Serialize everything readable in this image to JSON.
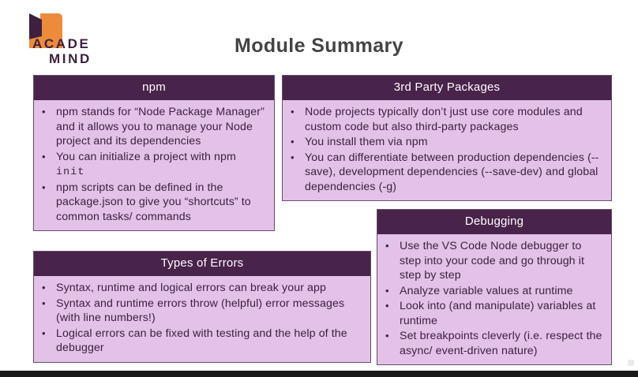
{
  "brand": {
    "name_line1": "ACADE",
    "name_line2": "MIND",
    "ribbon_color": "#ED8B3C",
    "text_color": "#3E1F3E"
  },
  "slide": {
    "title": "Module Summary",
    "title_color": "#444444",
    "header_bg": "#48234A",
    "body_bg": "#E2C2E6",
    "border_color": "#6A4B6E",
    "body_text_color": "#3B2340"
  },
  "cards": [
    {
      "id": "npm",
      "title": "npm",
      "bullets": [
        {
          "parts": [
            {
              "text": "npm stands for “Node Package Manager” and it allows you to manage your Node project and its dependencies",
              "mono": false
            }
          ]
        },
        {
          "parts": [
            {
              "text": "You can initialize a project with npm ",
              "mono": false
            },
            {
              "text": "init",
              "mono": true
            }
          ]
        },
        {
          "parts": [
            {
              "text": "npm scripts can be defined in the package.json to give you “shortcuts” to common tasks/ commands",
              "mono": false
            }
          ]
        }
      ]
    },
    {
      "id": "third-party-packages",
      "title": "3rd Party Packages",
      "bullets": [
        {
          "parts": [
            {
              "text": "Node projects typically don’t just use core modules and custom code but also third-party packages",
              "mono": false
            }
          ]
        },
        {
          "parts": [
            {
              "text": "You install them via npm",
              "mono": false
            }
          ]
        },
        {
          "parts": [
            {
              "text": "You can differentiate between production dependencies (--save), development dependencies (--save-dev) and global dependencies (-g)",
              "mono": false
            }
          ]
        }
      ]
    },
    {
      "id": "debugging",
      "title": "Debugging",
      "bullets": [
        {
          "parts": [
            {
              "text": "Use the VS Code Node debugger to step into your code and go through it step by step",
              "mono": false
            }
          ]
        },
        {
          "parts": [
            {
              "text": "Analyze variable values at runtime",
              "mono": false
            }
          ]
        },
        {
          "parts": [
            {
              "text": "Look into (and manipulate) variables at runtime",
              "mono": false
            }
          ]
        },
        {
          "parts": [
            {
              "text": "Set breakpoints cleverly (i.e. respect the async/ event-driven nature)",
              "mono": false
            }
          ]
        }
      ]
    },
    {
      "id": "types-of-errors",
      "title": "Types of Errors",
      "bullets": [
        {
          "parts": [
            {
              "text": "Syntax, runtime and logical errors can break your app",
              "mono": false
            }
          ]
        },
        {
          "parts": [
            {
              "text": "Syntax and runtime errors throw (helpful) error messages (with line numbers!)",
              "mono": false
            }
          ]
        },
        {
          "parts": [
            {
              "text": "Logical errors can be fixed with testing and the help of the debugger",
              "mono": false
            }
          ]
        }
      ]
    }
  ],
  "footer": {
    "bar_color": "#1A1A1A"
  }
}
